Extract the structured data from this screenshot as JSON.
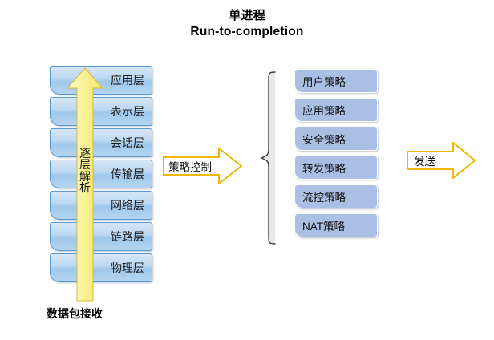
{
  "title": {
    "line1": "单进程",
    "line2": "Run-to-completion"
  },
  "osi_stack": {
    "name": "OSI protocol layer stack",
    "layers": [
      {
        "label": "应用层"
      },
      {
        "label": "表示层"
      },
      {
        "label": "会话层"
      },
      {
        "label": "传输层"
      },
      {
        "label": "网络层"
      },
      {
        "label": "链路层"
      },
      {
        "label": "物理层"
      }
    ]
  },
  "up_arrow": {
    "label": "逐层解析",
    "chars": [
      "逐",
      "层",
      "解",
      "析"
    ],
    "direction": "up"
  },
  "bottom_caption": {
    "label": "数据包接收"
  },
  "policy_stack": {
    "items": [
      {
        "label": "用户策略"
      },
      {
        "label": "应用策略"
      },
      {
        "label": "安全策略"
      },
      {
        "label": "转发策略"
      },
      {
        "label": "流控策略"
      },
      {
        "label": "NAT策略"
      }
    ]
  },
  "arrows": {
    "policy_control": {
      "label": "策略控制",
      "direction": "right"
    },
    "send": {
      "label": "发送",
      "direction": "right"
    }
  },
  "colors": {
    "layer_border": "#5b9ad1",
    "layer_fill": "#bcd9f2",
    "policy_fill": "#a9c0e4",
    "arrow_yellow_border": "#f2b705",
    "up_arrow_fill": "#f5f08a",
    "brace_stroke": "#3f3f3f",
    "text": "#000000"
  }
}
